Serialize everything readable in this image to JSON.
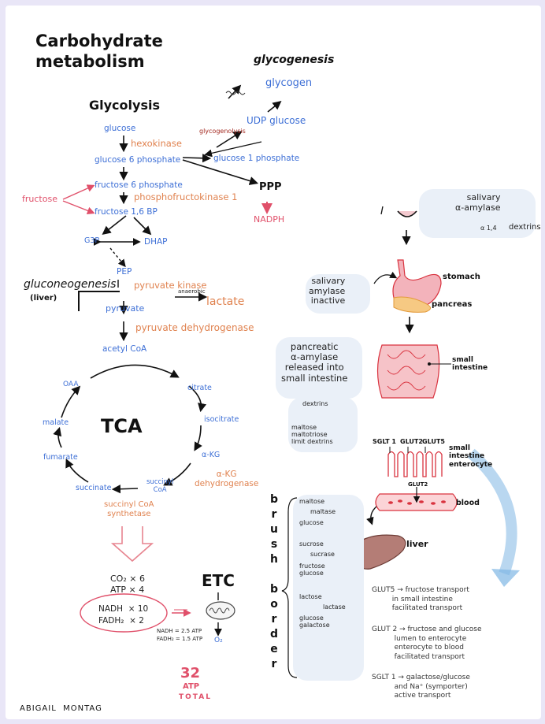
{
  "title": [
    "Carbohydrate",
    "metabolism"
  ],
  "glycolysis": {
    "heading": "Glycolysis",
    "glucose": "glucose",
    "hexokinase": "hexokinase",
    "g6p": "glucose 6 phosphate",
    "f6p": "fructose 6 phosphate",
    "pfk": "phosphofructokinase 1",
    "fructose": "fructose",
    "f16bp": "fructose 1,6 BP",
    "g3p": "G3P",
    "dhap": "DHAP",
    "pep": "PEP",
    "pyruvate_kinase": "pyruvate kinase",
    "pyruvate": "pyruvate",
    "anaerobic": "anaerobic",
    "lactate": "lactate",
    "pdh": "pyruvate dehydrogenase",
    "acetyl_coa": "acetyl CoA"
  },
  "gluconeogenesis": {
    "label": "gluconeogenesis",
    "location": "(liver)"
  },
  "glycogenesis": {
    "heading": "glycogenesis",
    "glycogen": "glycogen",
    "udp_glucose": "UDP glucose",
    "glycogenolysis": "glycogenolysis",
    "g1p": "glucose 1 phosphate",
    "ppp": "PPP",
    "nadph": "NADPH"
  },
  "tca": {
    "center": "TCA",
    "oaa": "OAA",
    "citrate": "citrate",
    "isocitrate": "isocitrate",
    "akg": "α-KG",
    "akg_dh": "α-KG\ndehydrogenase",
    "succinyl_coa": "succinyl\nCoA",
    "succinate": "succinate",
    "fumarate": "fumarate",
    "malate": "malate",
    "succinyl_coa_synthetase": "succinyl CoA\nsynthetase"
  },
  "yield": {
    "co2": "CO₂ × 6",
    "atp": "ATP × 4",
    "nadh": "NADH  × 10",
    "fadh2": "FADH₂  × 2",
    "etc": "ETC",
    "nadh_atp": "NADH = 2.5 ATP",
    "fadh2_atp": "FADH₂ = 1.5 ATP",
    "o2": "O₂",
    "total_num": "32",
    "total_atp": "ATP",
    "total_label": "TOTAL"
  },
  "digestion": {
    "salivary_amylase": "salivary\nα-amylase",
    "alpha14": "α 1,4",
    "dextrins": "dextrins",
    "salivary_inactive": "salivary\namylase\ninactive",
    "stomach": "stomach",
    "pancreas": "pancreas",
    "pancreatic": "pancreatic\nα-amylase\nreleased into\nsmall intestine",
    "dextrins2": "dextrins",
    "products": "maltose\nmaltotriose\nlimit dextrins",
    "small_intestine": "small\nintestine",
    "transporters": [
      "SGLT 1",
      "GLUT2",
      "GLUT5"
    ],
    "enterocyte": "small\nintestine\nenterocyte",
    "glut2": "GLUT2",
    "blood": "blood",
    "liver": "liver",
    "brush_border": [
      "b",
      "r",
      "u",
      "s",
      "h",
      "",
      "b",
      "o",
      "r",
      "d",
      "e",
      "r"
    ],
    "maltose": "maltose",
    "maltase": "maltase",
    "glucose1": "glucose",
    "sucrose": "sucrose",
    "sucrase": "sucrase",
    "fructose_glucose": "fructose\nglucose",
    "lactose": "lactose",
    "lactase": "lactase",
    "glucose_galactose": "glucose\ngalactose"
  },
  "notes": {
    "glut5": "GLUT5 → fructose transport\n         in small intestine\n         facilitated transport",
    "glut2": "GLUT 2 → fructose and glucose\n          lumen to enterocyte\n          enterocyte to blood\n          facilitated transport",
    "sglt1": "SGLT 1 → galactose/glucose\n          and Na⁺ (symporter)\n          active transport"
  },
  "author": "ABIGAIL  MONTAG",
  "colors": {
    "blue": "#3d6fd6",
    "orange": "#e0824f",
    "pink": "#e0506a",
    "red": "#d9333f"
  }
}
